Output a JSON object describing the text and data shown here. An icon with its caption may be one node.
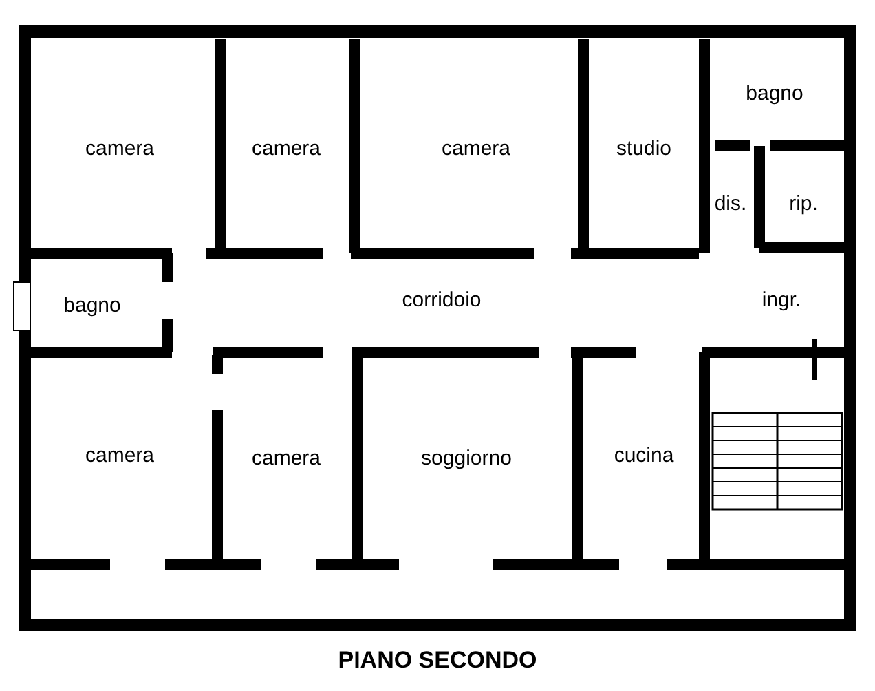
{
  "diagram": {
    "title": "PIANO SECONDO",
    "labels": [
      "camera",
      "camera",
      "camera",
      "studio",
      "bagno",
      "dis.",
      "rip.",
      "bagno",
      "corridoio",
      "ingr.",
      "camera",
      "camera",
      "soggiorno",
      "cucina"
    ]
  }
}
